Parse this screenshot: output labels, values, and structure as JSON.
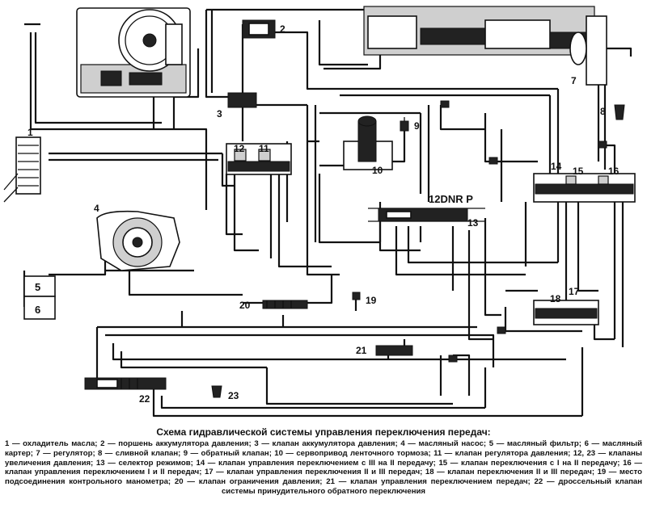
{
  "diagram": {
    "component_labels": [
      "1",
      "2",
      "3",
      "4",
      "5",
      "6",
      "7",
      "8",
      "9",
      "10",
      "11",
      "12",
      "13",
      "14",
      "15",
      "16",
      "17",
      "18",
      "19",
      "20",
      "21",
      "22",
      "23"
    ],
    "selector_positions": "12DNR P"
  },
  "caption": {
    "title": "Схема гидравлической системы управления переключения передач:",
    "legend": "1 — охладитель масла; 2 — поршень аккумулятора давления; 3 — клапан аккумулятора давления; 4 — масляный насос; 5 — масляный фильтр; 6 — масляный картер; 7 — регулятор; 8 — сливной клапан; 9 — обратный клапан; 10 — сервопривод ленточного тормоза; 11 — клапан регулятора давления; 12, 23 — клапаны увеличения давления; 13 — селектор режимов; 14 — клапан управления переключением с III на II передачу; 15 — клапан переключения с I на II передачу; 16 — клапан управления переключением I и II передач; 17 — клапан управления переключения II и III передач; 18 — клапан переключения II и III передач; 19 — место подсоединения контрольного манометра; 20 — клапан ограничения давления; 21 — клапан управления переключением передач; 22 — дроссельный клапан системы принудительного обратного переключения"
  }
}
